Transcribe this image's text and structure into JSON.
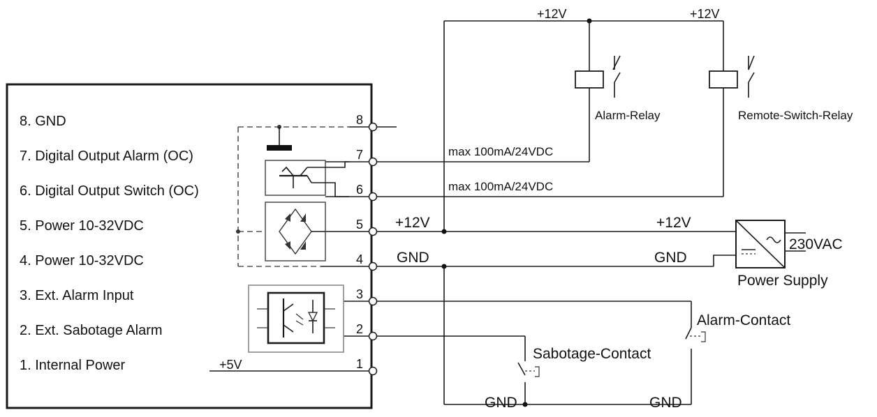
{
  "pins": [
    {
      "num": "8",
      "label": "8. GND"
    },
    {
      "num": "7",
      "label": "7. Digital Output Alarm (OC)"
    },
    {
      "num": "6",
      "label": "6. Digital Output Switch (OC)"
    },
    {
      "num": "5",
      "label": "5. Power 10-32VDC"
    },
    {
      "num": "4",
      "label": "4. Power 10-32VDC"
    },
    {
      "num": "3",
      "label": "3. Ext. Alarm Input"
    },
    {
      "num": "2",
      "label": "2. Ext. Sabotage Alarm"
    },
    {
      "num": "1",
      "label": "1. Internal Power"
    }
  ],
  "rail_labels": {
    "top_left_12v": "+12V",
    "top_right_12v": "+12V",
    "pin5_12v": "+12V",
    "supply_12v": "+12V",
    "pin4_gnd": "GND",
    "supply_gnd": "GND",
    "bottom_gnd_left": "GND",
    "bottom_gnd_right": "GND",
    "internal_5v": "+5V"
  },
  "currents": {
    "pin7": "max 100mA/24VDC",
    "pin6": "max 100mA/24VDC"
  },
  "components": {
    "alarm_relay": "Alarm-Relay",
    "remote_switch_relay": "Remote-Switch-Relay",
    "power_supply": "Power Supply",
    "mains": "230VAC",
    "alarm_contact": "Alarm-Contact",
    "sabotage_contact": "Sabotage-Contact"
  }
}
